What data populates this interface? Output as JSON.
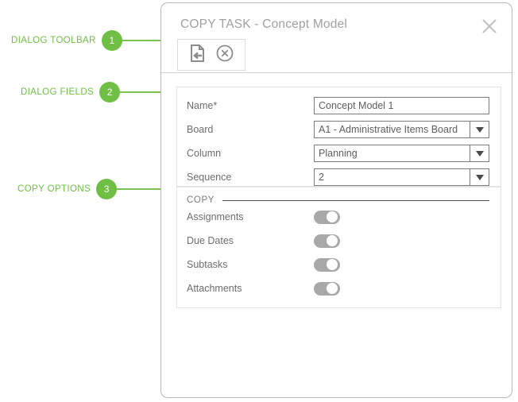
{
  "annotations": [
    {
      "label": "DIALOG TOOLBAR",
      "number": "1"
    },
    {
      "label": "DIALOG FIELDS",
      "number": "2"
    },
    {
      "label": "COPY OPTIONS",
      "number": "3"
    }
  ],
  "accent_color": "#6fbf45",
  "dialog": {
    "title": "COPY TASK - Concept Model",
    "close_icon": "close-x-icon",
    "toolbar": {
      "buttons": [
        {
          "name": "save-copy-button",
          "icon": "document-arrow-in-icon"
        },
        {
          "name": "cancel-button",
          "icon": "circle-x-icon"
        }
      ]
    },
    "fields": [
      {
        "label": "Name*",
        "value": "Concept Model 1",
        "type": "text"
      },
      {
        "label": "Board",
        "value": "A1 - Administrative Items Board",
        "type": "select"
      },
      {
        "label": "Column",
        "value": "Planning",
        "type": "select"
      },
      {
        "label": "Sequence",
        "value": "2",
        "type": "select"
      }
    ],
    "copy_options": {
      "legend": "COPY",
      "items": [
        {
          "label": "Assignments",
          "state": "on"
        },
        {
          "label": "Due Dates",
          "state": "on"
        },
        {
          "label": "Subtasks",
          "state": "on"
        },
        {
          "label": "Attachments",
          "state": "on"
        }
      ]
    }
  }
}
